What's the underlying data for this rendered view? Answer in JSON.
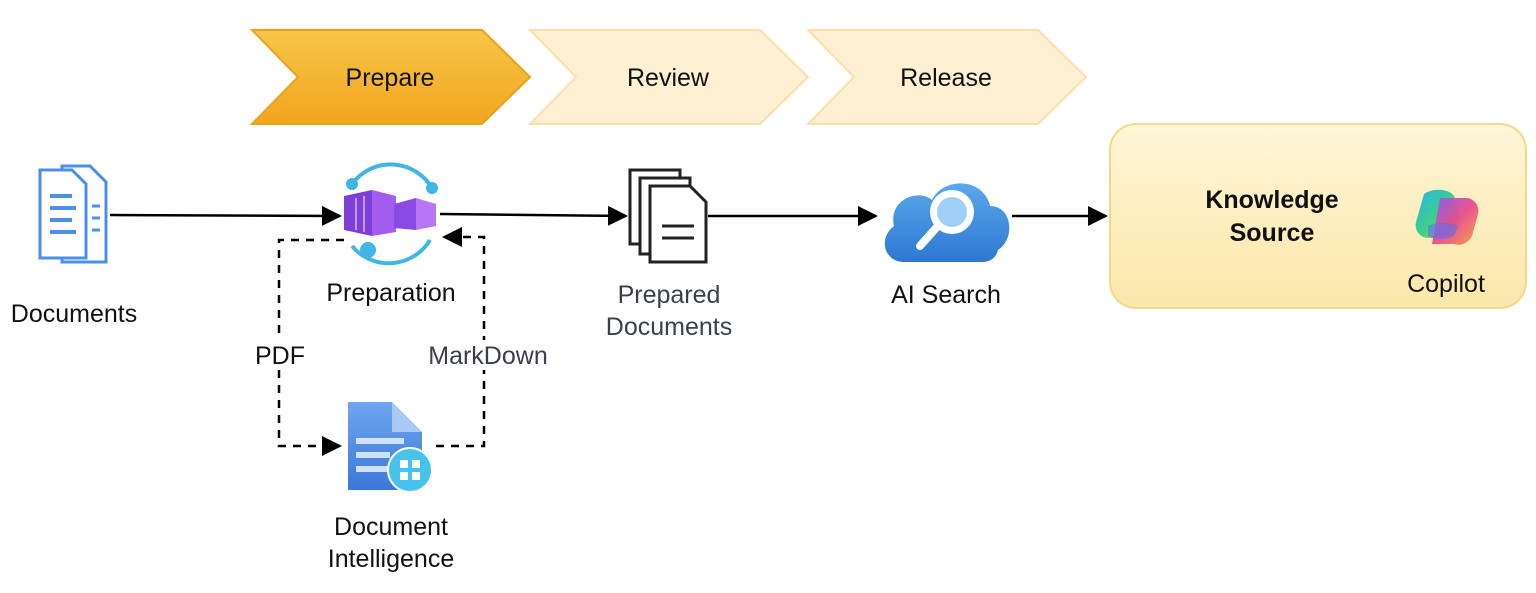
{
  "stages": [
    {
      "label": "Prepare",
      "state": "active"
    },
    {
      "label": "Review",
      "state": "inactive"
    },
    {
      "label": "Release",
      "state": "inactive"
    }
  ],
  "nodes": {
    "documents": {
      "label": "Documents",
      "icon": "documents-icon"
    },
    "preparation": {
      "label": "Preparation",
      "icon": "container-apps-icon"
    },
    "prepared": {
      "label_line1": "Prepared",
      "label_line2": "Documents",
      "icon": "document-stack-icon"
    },
    "ai_search": {
      "label": "AI Search",
      "icon": "ai-search-cloud-icon"
    },
    "doc_intel": {
      "label_line1": "Document",
      "label_line2": "Intelligence",
      "icon": "document-intelligence-icon"
    }
  },
  "edges": {
    "to_doc_intel": "PDF",
    "from_doc_intel": "MarkDown"
  },
  "knowledge_source": {
    "title_line1": "Knowledge",
    "title_line2": "Source",
    "copilot_label": "Copilot"
  },
  "colors": {
    "active_stage": "#f5b731",
    "inactive_stage": "#fdefd2",
    "knowledge_box": "#fdf1c9",
    "azure_blue": "#3b8fe0"
  }
}
